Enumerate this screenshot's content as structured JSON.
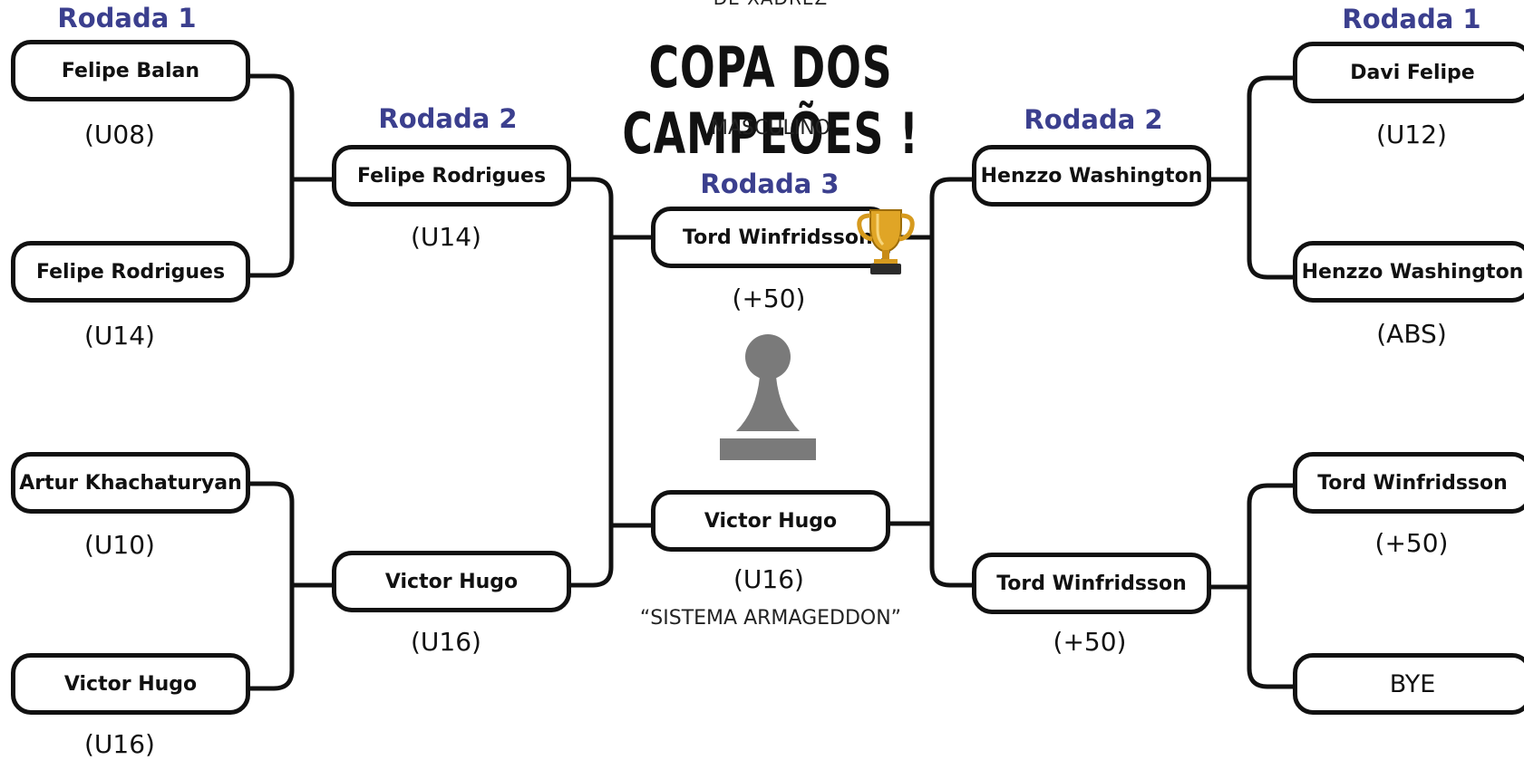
{
  "header": {
    "event_caption": "DE XADREZ",
    "title": "COPA DOS CAMPEÕES !",
    "division": "MASCULINO",
    "format_note": "“SISTEMA ARMAGEDDON”"
  },
  "rounds": {
    "left_r1": "Rodada 1",
    "left_r2": "Rodada 2",
    "r3": "Rodada 3",
    "right_r2": "Rodada 2",
    "right_r1": "Rodada 1"
  },
  "left_r1": [
    {
      "name": "Felipe Balan",
      "category": "(U08)"
    },
    {
      "name": "Felipe Rodrigues",
      "category": "(U14)"
    },
    {
      "name": "Artur Khachaturyan",
      "category": "(U10)"
    },
    {
      "name": "Victor Hugo",
      "category": "(U16)"
    }
  ],
  "left_r2": [
    {
      "name": "Felipe Rodrigues",
      "category": "(U14)"
    },
    {
      "name": "Victor Hugo",
      "category": "(U16)"
    }
  ],
  "r3": [
    {
      "name": "Tord Winfridsson",
      "category": "(+50)"
    },
    {
      "name": "Victor Hugo",
      "category": "(U16)"
    }
  ],
  "right_r2": [
    {
      "name": "Henzzo Washington",
      "category": ""
    },
    {
      "name": "Tord Winfridsson",
      "category": "(+50)"
    }
  ],
  "right_r1": [
    {
      "name": "Davi Felipe",
      "category": "(U12)"
    },
    {
      "name": "Henzzo Washington",
      "category": "(ABS)"
    },
    {
      "name": "Tord Winfridsson",
      "category": "(+50)"
    },
    {
      "name": "BYE",
      "category": ""
    }
  ],
  "icons": {
    "trophy": "trophy-icon",
    "pawn": "chess-pawn-icon"
  },
  "colors": {
    "round_heading": "#3b3f8e",
    "trophy_gold": "#e0a526",
    "pawn_gray": "#7a7a7a"
  }
}
